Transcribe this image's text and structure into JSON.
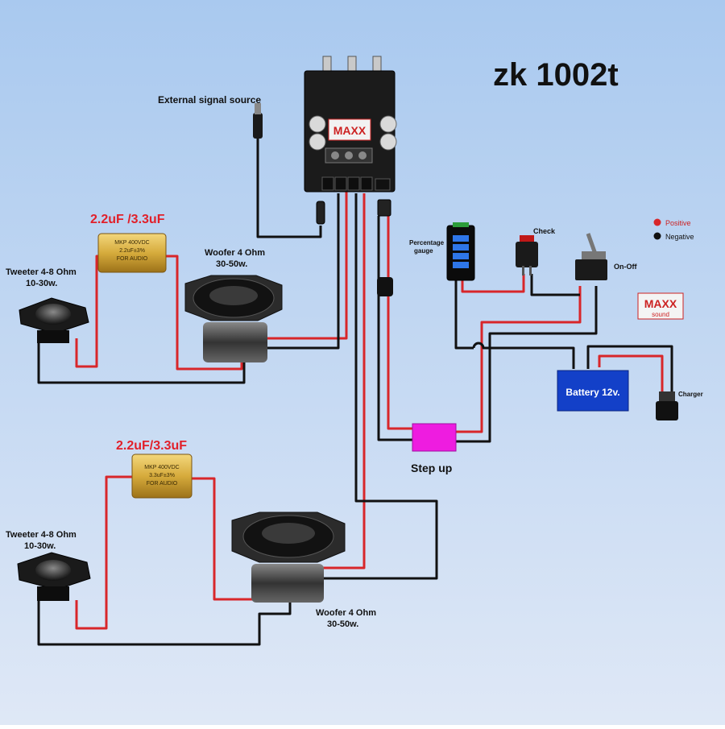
{
  "title": "zk 1002t",
  "labels": {
    "external_signal": "External signal source",
    "cap_top": "2.2uF /3.3uF",
    "cap_bottom": "2.2uF/3.3uF",
    "tweeter_top_1": "Tweeter 4-8 Ohm",
    "tweeter_top_2": "10-30w.",
    "woofer_top_1": "Woofer 4 Ohm",
    "woofer_top_2": "30-50w.",
    "tweeter_bottom_1": "Tweeter 4-8 Ohm",
    "tweeter_bottom_2": "10-30w.",
    "woofer_bottom_1": "Woofer 4 Ohm",
    "woofer_bottom_2": "30-50w.",
    "percentage_1": "Percentage",
    "percentage_2": "gauge",
    "check": "Check",
    "on_off": "On-Off",
    "positive": "Positive",
    "negative": "Negative",
    "battery": "Battery 12v.",
    "charger": "Charger",
    "step_up": "Step up"
  },
  "cap_top_print": [
    "MKP 400VDC",
    "2.2uF±3%",
    "FOR AUDIO"
  ],
  "cap_bottom_print": [
    "MKP 400VDC",
    "3.3uF±3%",
    "FOR AUDIO"
  ],
  "board_logo": "MAXX",
  "brand_logo": [
    "MAXX",
    "sound"
  ],
  "colors": {
    "wire_red": "#d8262a",
    "wire_black": "#111111",
    "battery": "#1340c8",
    "step_up": "#ee1ce0",
    "background_top": "#a9c9ef",
    "background_bottom": "#dfe8f6"
  }
}
